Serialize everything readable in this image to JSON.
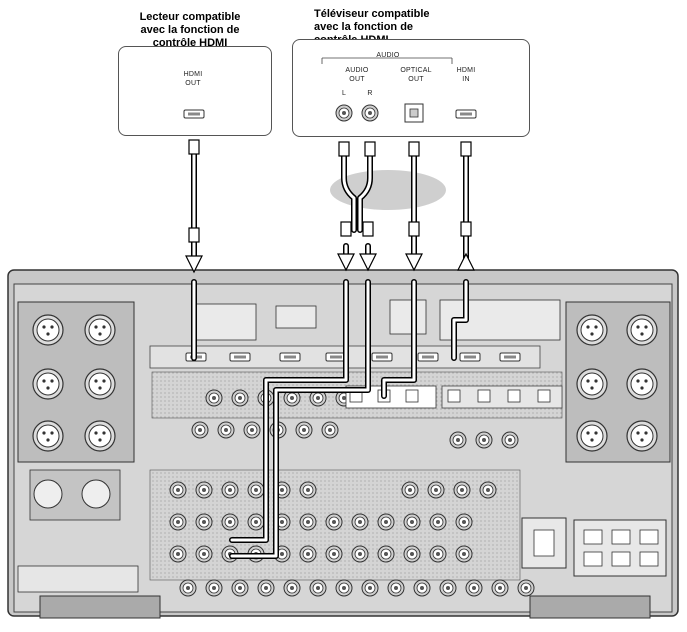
{
  "source_device": {
    "title_lines": [
      "Lecteur compatible",
      "avec la fonction de",
      "contrôle HDMI"
    ],
    "port_lines": [
      "HDMI",
      "OUT"
    ]
  },
  "tv_device": {
    "title_lines": [
      "Téléviseur compatible",
      "avec la fonction de",
      "contrôle HDMI"
    ],
    "group_label": "AUDIO",
    "audio_out_lines": [
      "AUDIO",
      "OUT"
    ],
    "channel_left": "L",
    "channel_right": "R",
    "optical_lines": [
      "OPTICAL",
      "OUT"
    ],
    "hdmi_in_lines": [
      "HDMI",
      "IN"
    ]
  },
  "colors": {
    "outline": "#444444",
    "panel": "#d8d8d8",
    "panel_dark": "#b8b8b8",
    "cable": "#ffffff",
    "cable_edge": "#000000",
    "highlight": "#e8e8e8"
  },
  "icons": [
    "hdmi-port-icon",
    "rca-jack-icon",
    "optical-port-icon",
    "xlr-jack-icon",
    "arrow-down-icon",
    "arrow-up-icon",
    "power-inlet-icon"
  ]
}
